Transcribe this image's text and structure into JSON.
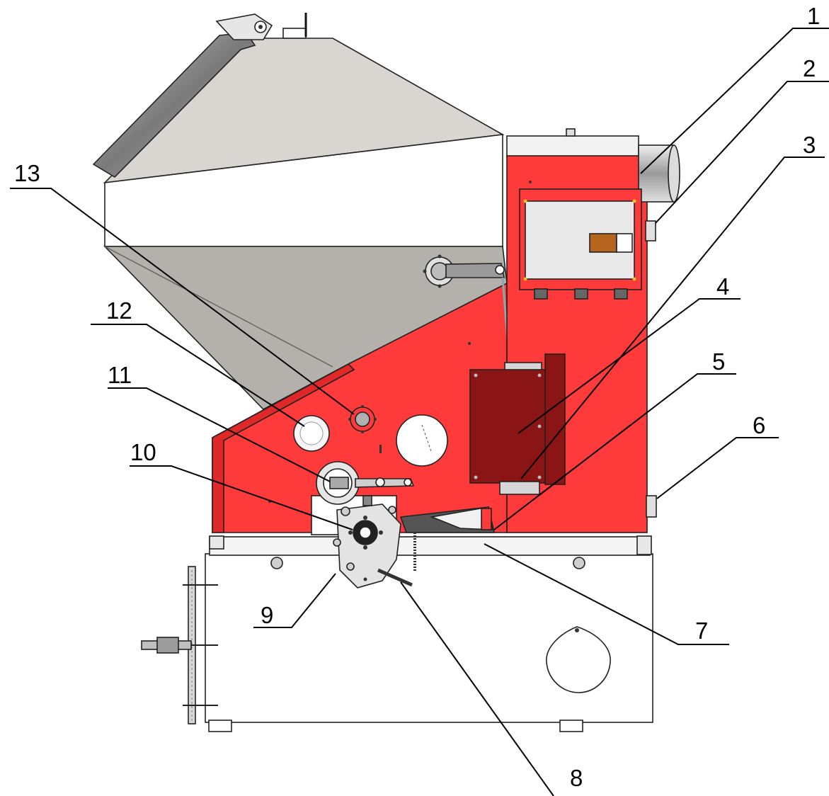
{
  "callouts": [
    {
      "id": "1",
      "text": "1"
    },
    {
      "id": "2",
      "text": "2"
    },
    {
      "id": "3",
      "text": "3"
    },
    {
      "id": "4",
      "text": "4"
    },
    {
      "id": "5",
      "text": "5"
    },
    {
      "id": "6",
      "text": "6"
    },
    {
      "id": "7",
      "text": "7"
    },
    {
      "id": "8",
      "text": "8"
    },
    {
      "id": "9",
      "text": "9"
    },
    {
      "id": "10",
      "text": "10"
    },
    {
      "id": "11",
      "text": "11"
    },
    {
      "id": "12",
      "text": "12"
    },
    {
      "id": "13",
      "text": "13"
    }
  ],
  "colors": {
    "body_red": "#ff3a3a",
    "door_dark_red": "#8b1414",
    "hopper_lid": "#d9d5d0",
    "hopper_cone": "#b4b0ac",
    "steel_light": "#f2f2f2",
    "outline": "#222222"
  }
}
